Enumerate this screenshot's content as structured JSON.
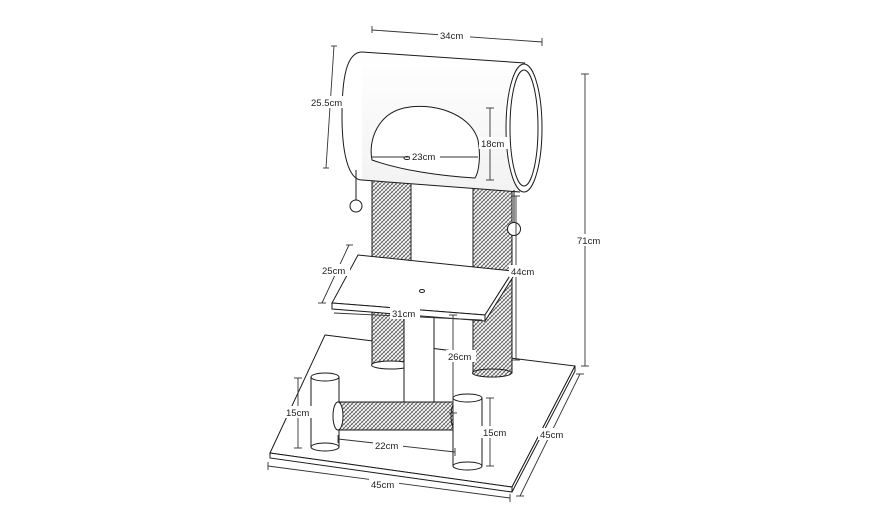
{
  "diagram": {
    "dimensions": {
      "tube_width": "34cm",
      "tube_height": "25.5cm",
      "opening_height": "18cm",
      "opening_width": "23cm",
      "total_height": "71cm",
      "post_height": "44cm",
      "platform_depth": "25cm",
      "platform_width": "31cm",
      "platform_height": "26cm",
      "stump_left_height": "15cm",
      "stump_right_height": "15cm",
      "roller_width": "22cm",
      "base_width": "45cm",
      "base_depth": "45cm"
    }
  }
}
